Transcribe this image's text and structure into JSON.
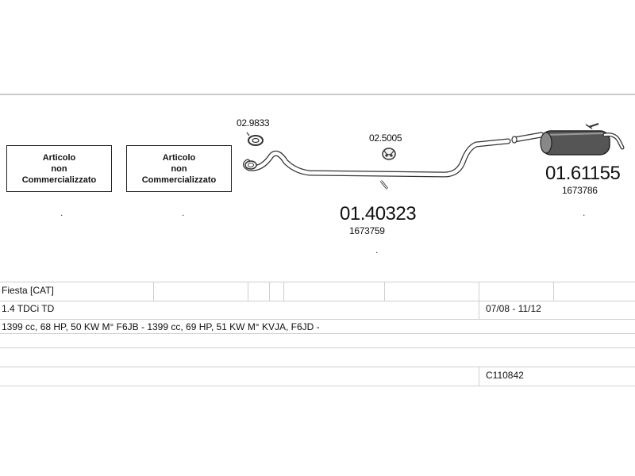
{
  "boxes": [
    {
      "line1": "Articolo",
      "line2": "non",
      "line3": "Commercializzato"
    },
    {
      "line1": "Articolo",
      "line2": "non",
      "line3": "Commercializzato"
    }
  ],
  "parts": {
    "clamp_top": {
      "code": "02.9833"
    },
    "hanger": {
      "code": "02.5005"
    },
    "middle_pipe": {
      "code": "01.40323",
      "oe": "1673759"
    },
    "rear_muffler": {
      "code": "01.61155",
      "oe": "1673786"
    }
  },
  "markers": {
    "dot": "."
  },
  "table": {
    "model": "Fiesta [CAT]",
    "engine": "1.4 TDCi TD",
    "years": "07/08 - 11/12",
    "specs": "1399 cc, 68 HP, 50 KW M° F6JB - 1399 cc, 69 HP, 51 KW M° KVJA, F6JD -",
    "catalog_code": "C110842"
  }
}
